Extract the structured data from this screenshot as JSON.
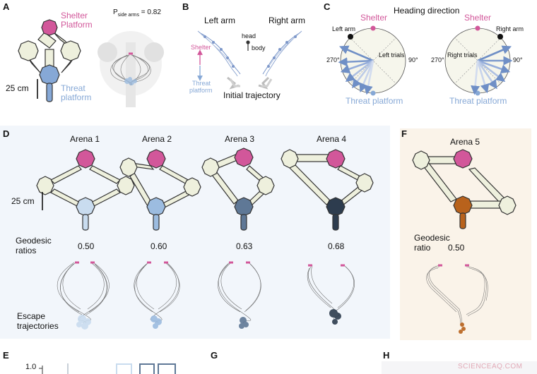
{
  "panels": {
    "A": {
      "letter": "A",
      "shelter_label": "Shelter",
      "platform_label": "Platform",
      "threat_label": "Threat",
      "threat_platform_label": "platform",
      "scale_label": "25 cm",
      "p_label": "P",
      "p_sub": "side arms",
      "p_value": "= 0.82"
    },
    "B": {
      "letter": "B",
      "left_arm": "Left arm",
      "right_arm": "Right arm",
      "shelter": "Shelter",
      "threat": "Threat",
      "platform": "platform",
      "head": "head",
      "body": "body",
      "caption": "Initial trajectory"
    },
    "C": {
      "letter": "C",
      "title": "Heading direction",
      "shelter": "Shelter",
      "threat_platform": "Threat platform",
      "left_arm": "Left arm",
      "right_arm": "Right arm",
      "left_trials": "Left trials",
      "right_trials": "Right trials",
      "deg270": "270°",
      "deg90": "90°"
    },
    "D": {
      "letter": "D",
      "arenas": [
        "Arena 1",
        "Arena 2",
        "Arena 3",
        "Arena 4"
      ],
      "ratios": [
        "0.50",
        "0.60",
        "0.63",
        "0.68"
      ],
      "scale_label": "25 cm",
      "geodesic": "Geodesic",
      "ratios_label": "ratios",
      "escape": "Escape",
      "trajectories": "trajectories",
      "base_colors": [
        "#c9dcef",
        "#9cbce0",
        "#5f7896",
        "#2d3c4e"
      ]
    },
    "F": {
      "letter": "F",
      "arena": "Arena 5",
      "geodesic": "Geodesic",
      "ratio_label": "ratio",
      "ratio": "0.50",
      "base_color": "#b8621c"
    },
    "E": {
      "letter": "E",
      "axis_tick": "1.0"
    },
    "G": {
      "letter": "G"
    },
    "H": {
      "letter": "H"
    }
  },
  "watermark": "SCIENCEAQ.COM",
  "colors": {
    "shelter": "#d2579a",
    "platform_fill": "#eef0dd",
    "threat_blue": "#86a8d6",
    "panel_d_bg": "#f2f6fb",
    "panel_f_bg": "#faf3e9"
  }
}
